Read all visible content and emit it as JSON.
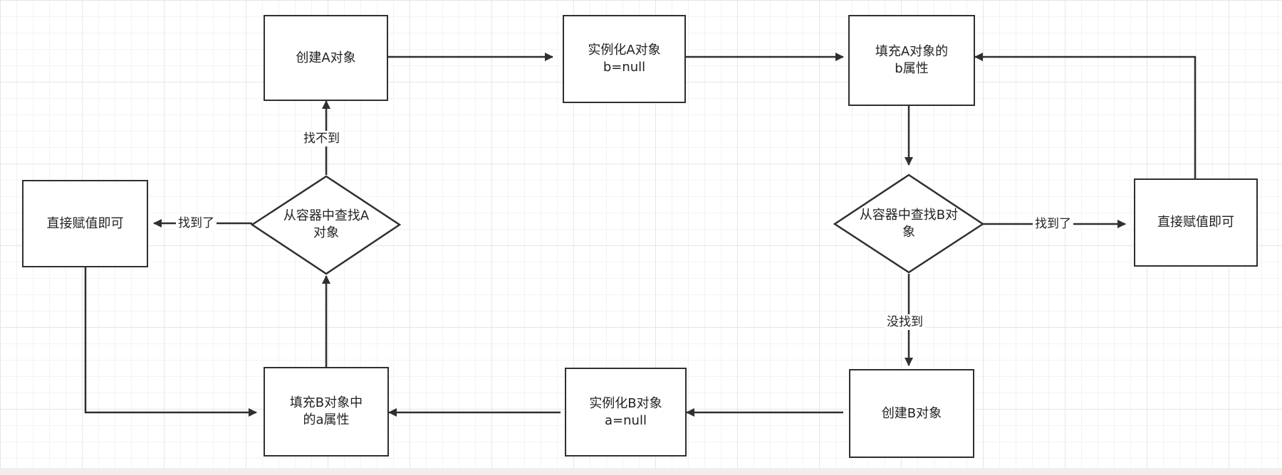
{
  "nodes": {
    "create_a": "创建A对象",
    "instantiate_a": "实例化A对象\nb=null",
    "fill_a": "填充A对象的\nb属性",
    "find_a": "从容器中查找A\n对象",
    "find_b": "从容器中查找B对\n象",
    "assign_left": "直接赋值即可",
    "assign_right": "直接赋值即可",
    "fill_b": "填充B对象中\n的a属性",
    "instantiate_b": "实例化B对象\na=null",
    "create_b": "创建B对象"
  },
  "edges": {
    "not_found_a": "找不到",
    "found_a": "找到了",
    "found_b": "找到了",
    "not_found_b": "没找到"
  },
  "colors": {
    "stroke": "#2f2f2f",
    "grid": "#e6e6e6"
  }
}
